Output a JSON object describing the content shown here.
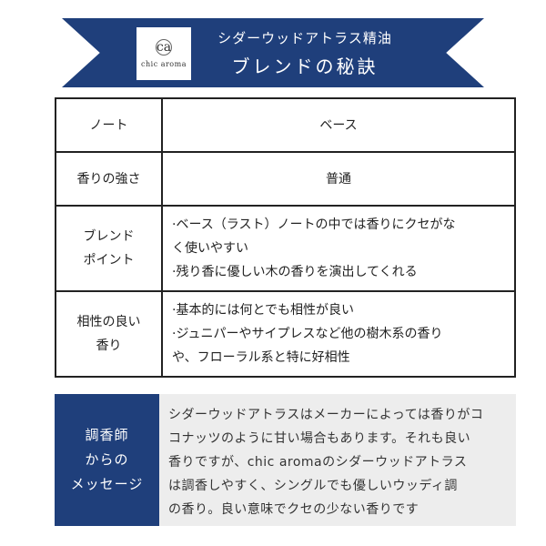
{
  "header": {
    "logo_mark": "ca",
    "logo_text": "chic aroma",
    "title": "シダーウッドアトラス精油",
    "subtitle": "ブレンドの秘訣"
  },
  "table": {
    "rows": [
      {
        "label": [
          "ノート"
        ],
        "value": [
          "ベース"
        ]
      },
      {
        "label": [
          "香りの強さ"
        ],
        "value": [
          "普通"
        ]
      },
      {
        "label": [
          "ブレンド",
          "ポイント"
        ],
        "value": [
          "·ベース（ラスト）ノートの中では香りにクセがな",
          "く使いやすい",
          "·残り香に優しい木の香りを演出してくれる"
        ]
      },
      {
        "label": [
          "相性の良い",
          "香り"
        ],
        "value": [
          "·基本的には何とでも相性が良い",
          "·ジュニパーやサイプレスなど他の樹木系の香り",
          "や、フローラル系と特に好相性"
        ]
      }
    ]
  },
  "message": {
    "label": [
      "調香師",
      "からの",
      "メッセージ"
    ],
    "lines": [
      "シダーウッドアトラスはメーカーによっては香りがコ",
      "コナッツのように甘い場合もあります。それも良い",
      "香りですが、chic aromaのシダーウッドアトラス",
      "は調香しやすく、シングルでも優しいウッディ調",
      "の香り。良い意味でクセの少ない香りです"
    ]
  },
  "colors": {
    "navy": "#1f3f7b",
    "message_bg": "#ededed"
  }
}
